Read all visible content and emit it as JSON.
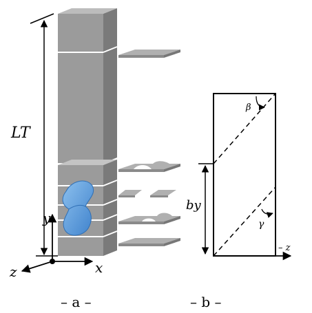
{
  "panel_a": {
    "caption": "– a –",
    "length_label": "LT",
    "axis_labels": {
      "x": "x",
      "y": "y",
      "z": "z"
    }
  },
  "panel_b": {
    "caption": "– b –",
    "segment_label": "by",
    "angle_top": "β",
    "angle_bottom": "γ",
    "axis_label": "– z"
  },
  "colors": {
    "bar_front": "#9b9b9b",
    "bar_side": "#7a7a7a",
    "bar_top": "#bcbcbc",
    "hole": "#5fa0e0",
    "slice": "#a8a8a8",
    "line": "#000000"
  }
}
